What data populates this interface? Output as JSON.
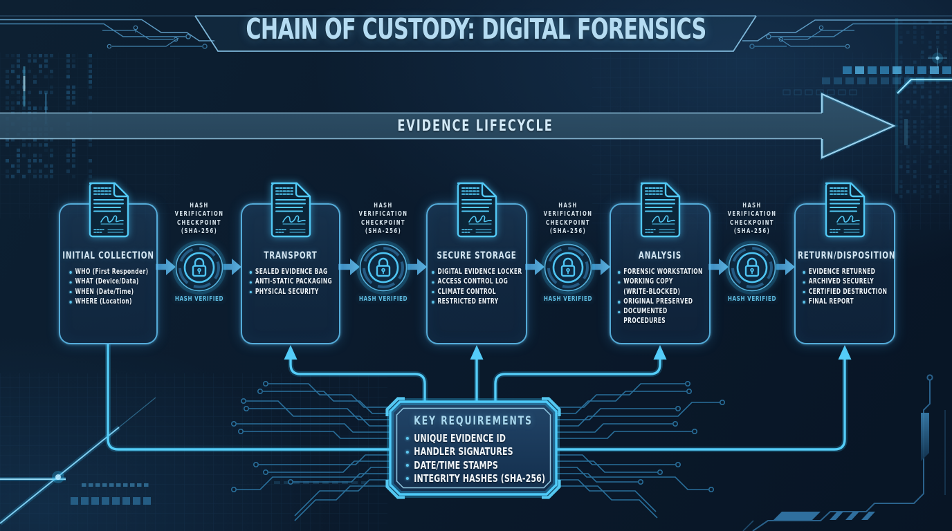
{
  "title": "CHAIN OF CUSTODY: DIGITAL FORENSICS",
  "lifecycle_arrow": {
    "label": "EVIDENCE LIFECYCLE"
  },
  "stages": [
    {
      "title": "INITIAL COLLECTION",
      "bullets": [
        "WHO (First Responder)",
        "WHAT (Device/Data)",
        "WHEN (Date/Time)",
        "WHERE (Location)"
      ]
    },
    {
      "title": "TRANSPORT",
      "bullets": [
        "SEALED EVIDENCE BAG",
        "ANTI-STATIC PACKAGING",
        "PHYSICAL SECURITY"
      ]
    },
    {
      "title": "SECURE STORAGE",
      "bullets": [
        "DIGITAL EVIDENCE LOCKER",
        "ACCESS CONTROL LOG",
        "CLIMATE CONTROL",
        "RESTRICTED ENTRY"
      ]
    },
    {
      "title": "ANALYSIS",
      "bullets": [
        "FORENSIC WORKSTATION",
        "WORKING COPY\n(WRITE-BLOCKED)",
        "ORIGINAL PRESERVED",
        "DOCUMENTED\nPROCEDURES"
      ]
    },
    {
      "title": "RETURN/DISPOSITION",
      "bullets": [
        "EVIDENCE RETURNED",
        "ARCHIVED SECURELY",
        "CERTIFIED DESTRUCTION",
        "FINAL REPORT"
      ]
    }
  ],
  "checkpoints": [
    {
      "label_lines": [
        "HASH",
        "VERIFICATION",
        "CHECKPOINT",
        "(SHA-256)"
      ],
      "status": "HASH VERIFIED"
    },
    {
      "label_lines": [
        "HASH",
        "VERIFICATION",
        "CHECKPOINT",
        "(SHA-256)"
      ],
      "status": "HASH VERIFIED"
    },
    {
      "label_lines": [
        "HASH",
        "VERIFICATION",
        "CHECKPOINT",
        "(SHA-256)"
      ],
      "status": "HASH VERIFIED"
    },
    {
      "label_lines": [
        "HASH",
        "VERIFICATION",
        "CHECKPOINT",
        "(SHA-256)"
      ],
      "status": "HASH VERIFIED"
    }
  ],
  "key_requirements": {
    "title": "KEY REQUIREMENTS",
    "items": [
      "UNIQUE EVIDENCE ID",
      "HANDLER SIGNATURES",
      "DATE/TIME STAMPS",
      "INTEGRITY HASHES (SHA-256)"
    ]
  },
  "colors": {
    "background": "#0b1b2d",
    "accent_cyan": "#46c8f6",
    "circuit_blue": "#2e7baa",
    "panel_border": "#5fbeee",
    "text_light": "#ecf3f9",
    "text_blue": "#b5dcf2",
    "status_cyan": "#5fbce2",
    "arrow_fill": "#32536e"
  }
}
